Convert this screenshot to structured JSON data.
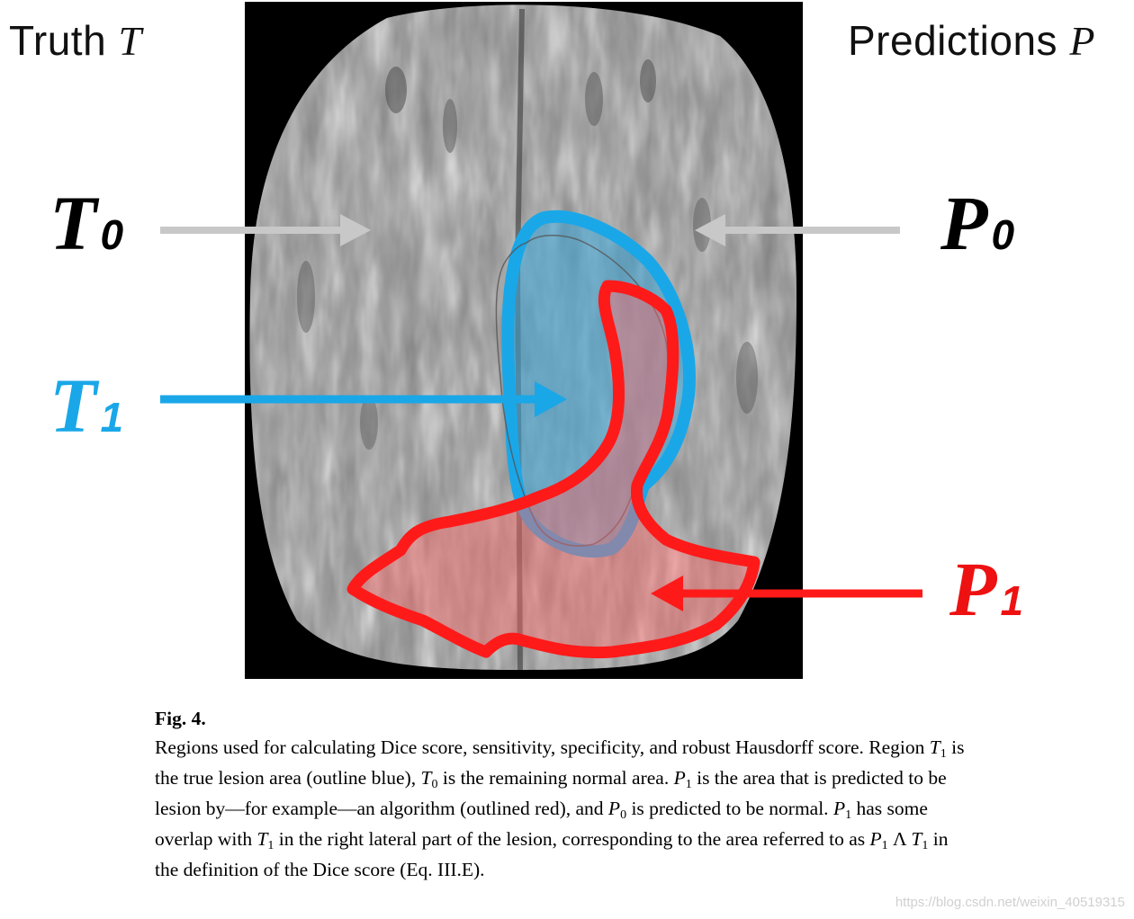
{
  "figure": {
    "header_left_text": "Truth ",
    "header_left_var": "T",
    "header_right_text": "Predictions ",
    "header_right_var": "P",
    "labels": {
      "t0": {
        "main": "T",
        "sub": "0",
        "color": "#000000"
      },
      "p0": {
        "main": "P",
        "sub": "0",
        "color": "#000000"
      },
      "t1": {
        "main": "T",
        "sub": "1",
        "color": "#1aa7e8"
      },
      "p1": {
        "main": "P",
        "sub": "1",
        "color": "#ee1111"
      }
    },
    "colors": {
      "truth_outline": "#1aa7e8",
      "prediction_outline": "#ff1a1a",
      "normal_arrow": "#c8c8c8",
      "background": "#000000"
    }
  },
  "caption": {
    "fig_label": "Fig. 4.",
    "s1": "Regions used for calculating Dice score, sensitivity, specificity, and robust Hausdorff score.",
    "s2a": "Region ",
    "s2b": " is the true lesion area (outline blue), ",
    "s2c": " is the remaining normal area. ",
    "s2d": " is the area that is predicted to be lesion by—for example—an algorithm (outlined red), and ",
    "s2e": " is predicted to be normal. ",
    "s2f": " has some overlap with ",
    "s2g": " in the right lateral part of the lesion, corresponding to the area referred to as ",
    "s2h": " Λ ",
    "s2i": " in the definition of the Dice score (Eq. III.E).",
    "var_t": "T",
    "var_p": "P",
    "sub_0": "0",
    "sub_1": "1"
  },
  "watermark": "https://blog.csdn.net/weixin_40519315"
}
